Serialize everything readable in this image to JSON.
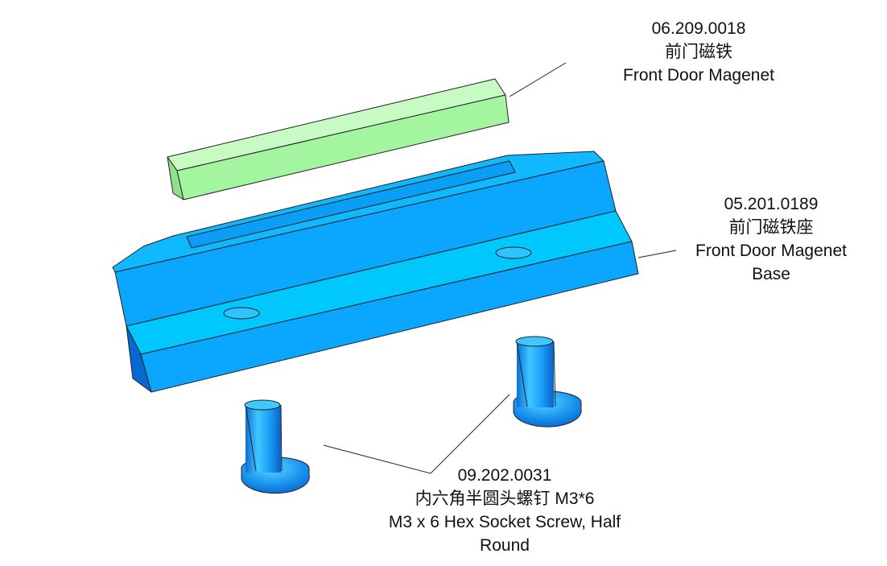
{
  "parts": {
    "magnet": {
      "part_no": "06.209.0018",
      "name_cn": "前门磁铁",
      "name_en": "Front Door Magenet",
      "color": "#a3f5a0"
    },
    "base": {
      "part_no": "05.201.0189",
      "name_cn": "前门磁铁座",
      "name_en_line1": "Front Door Magenet",
      "name_en_line2": "Base",
      "color": "#0aa6ff"
    },
    "screw": {
      "part_no": "09.202.0031",
      "name_cn": "内六角半圆头螺钉 M3*6",
      "name_en_line1": "M3 x 6 Hex Socket Screw, Half",
      "name_en_line2": "Round",
      "color": "#1a8ef0"
    }
  }
}
